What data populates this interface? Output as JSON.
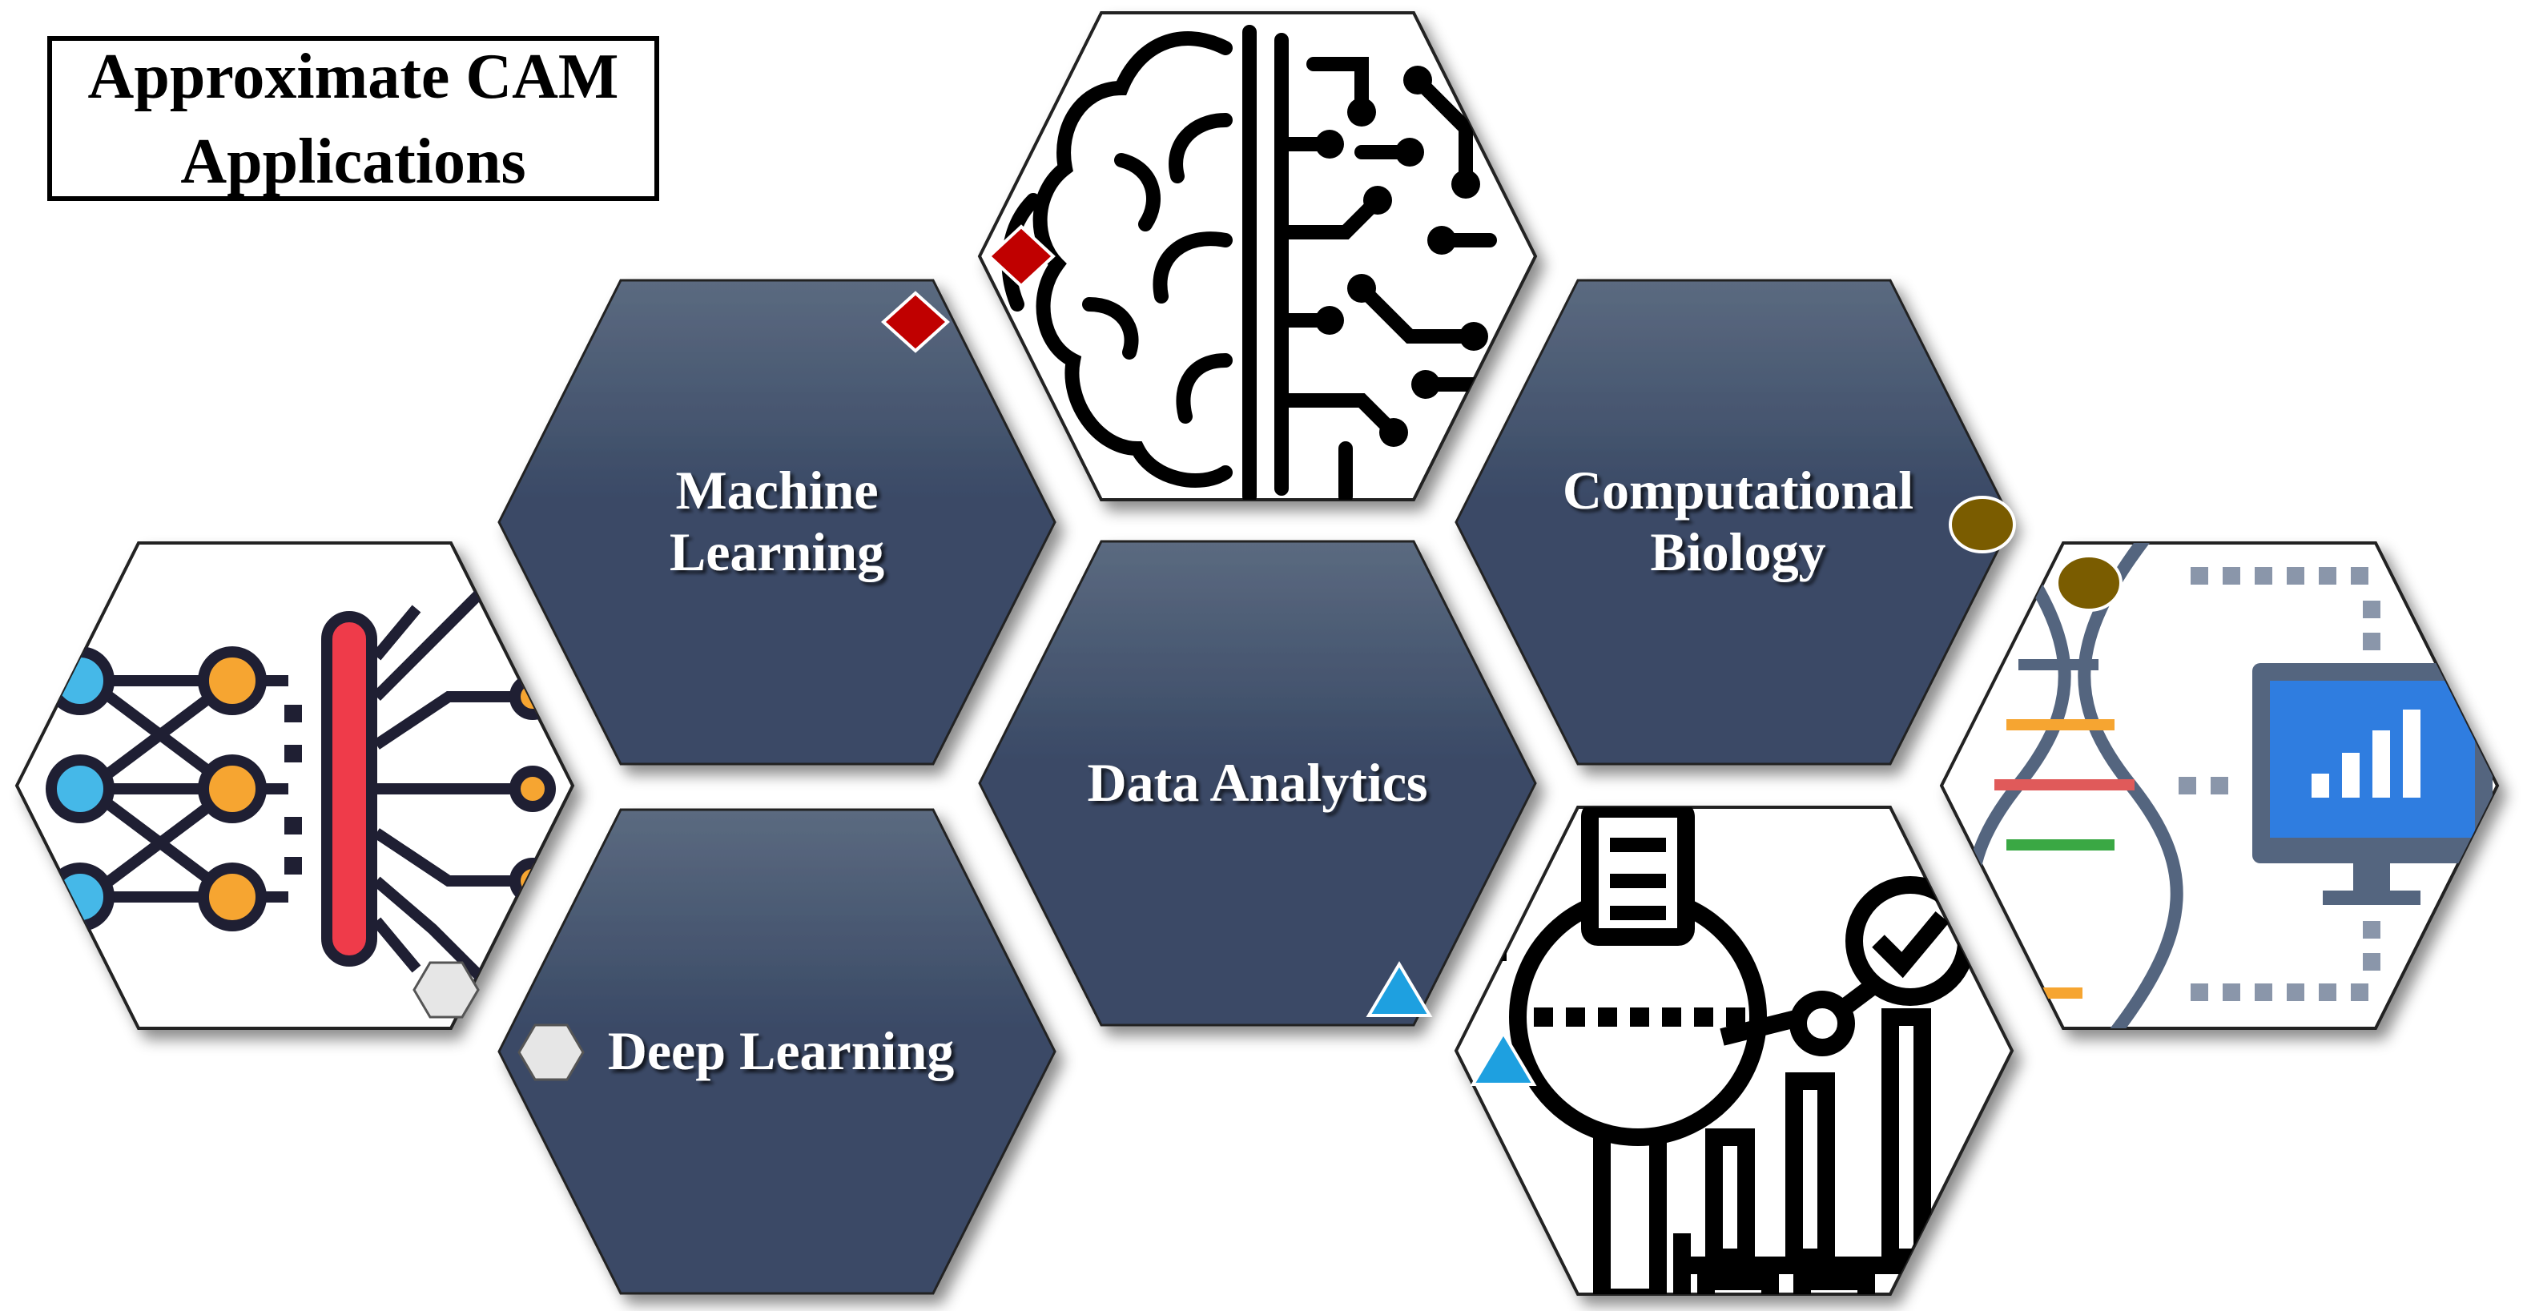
{
  "title": {
    "line1": "Approximate CAM",
    "line2": "Applications"
  },
  "categories": [
    {
      "id": "machine-learning",
      "lines": [
        "Machine",
        "Learning"
      ],
      "marker": "diamond"
    },
    {
      "id": "deep-learning",
      "lines": [
        "Deep Learning"
      ],
      "marker": "hexagon"
    },
    {
      "id": "data-analytics",
      "lines": [
        "Data Analytics"
      ],
      "marker": "triangle"
    },
    {
      "id": "computational-biology",
      "lines": [
        "Computational",
        "Biology"
      ],
      "marker": "circle"
    }
  ],
  "icons": [
    {
      "id": "brain-circuit",
      "for": "machine-learning",
      "name": "brain-circuit-icon"
    },
    {
      "id": "neural-network",
      "for": "deep-learning",
      "name": "neural-network-icon"
    },
    {
      "id": "analytics-magnifier",
      "for": "data-analytics",
      "name": "analytics-magnifier-icon"
    },
    {
      "id": "dna-monitor",
      "for": "computational-biology",
      "name": "dna-monitor-icon"
    }
  ],
  "colors": {
    "hex_top": "#5b6a80",
    "hex_bottom": "#3a4a66",
    "diamond": "#c00000",
    "triangle": "#1ea0e0",
    "circle": "#7a5c00",
    "hexagon_marker": "#e6e6e6"
  }
}
